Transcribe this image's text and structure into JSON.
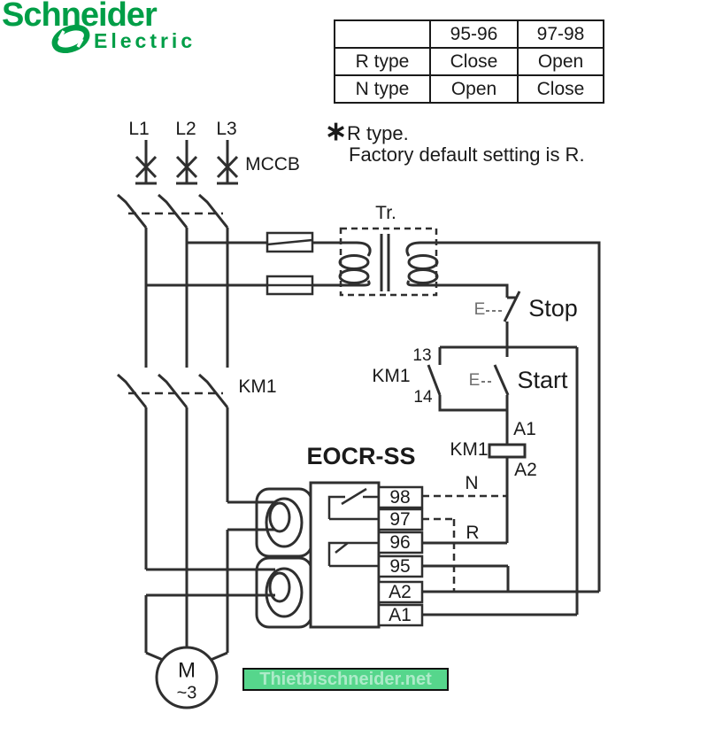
{
  "logo": {
    "brand": "Schneider",
    "sub": "Electric"
  },
  "colors": {
    "brand_green": "#009E47",
    "line": "#2F2F2F",
    "watermark_bg": "#56D68C",
    "watermark_text": "#ADEBC9"
  },
  "contact_table": {
    "col_headers": [
      "",
      "95-96",
      "97-98"
    ],
    "rows": [
      {
        "label": "R type",
        "v95_96": "Close",
        "v97_98": "Open"
      },
      {
        "label": "N type",
        "v95_96": "Open",
        "v97_98": "Close"
      }
    ]
  },
  "note": {
    "marker": "∗",
    "line1": "R type.",
    "line2": "Factory default setting is R."
  },
  "labels": {
    "l1": "L1",
    "l2": "L2",
    "l3": "L3",
    "mccb": "MCCB",
    "km1_contactor": "KM1",
    "transformer": "Tr.",
    "stop": "Stop",
    "start": "Start",
    "e_stop": "E",
    "e_start": "E",
    "aux13": "13",
    "aux14": "14",
    "km1_aux": "KM1",
    "coil_a1": "A1",
    "coil_a2": "A2",
    "km1_coil": "KM1",
    "n_wire": "N",
    "r_wire": "R",
    "relay_title": "EOCR-SS",
    "motor_m": "M",
    "motor_phase": "~3"
  },
  "relay_terminals": [
    "98",
    "97",
    "96",
    "95",
    "A2",
    "A1"
  ],
  "watermark": "Thietbischneider.net"
}
